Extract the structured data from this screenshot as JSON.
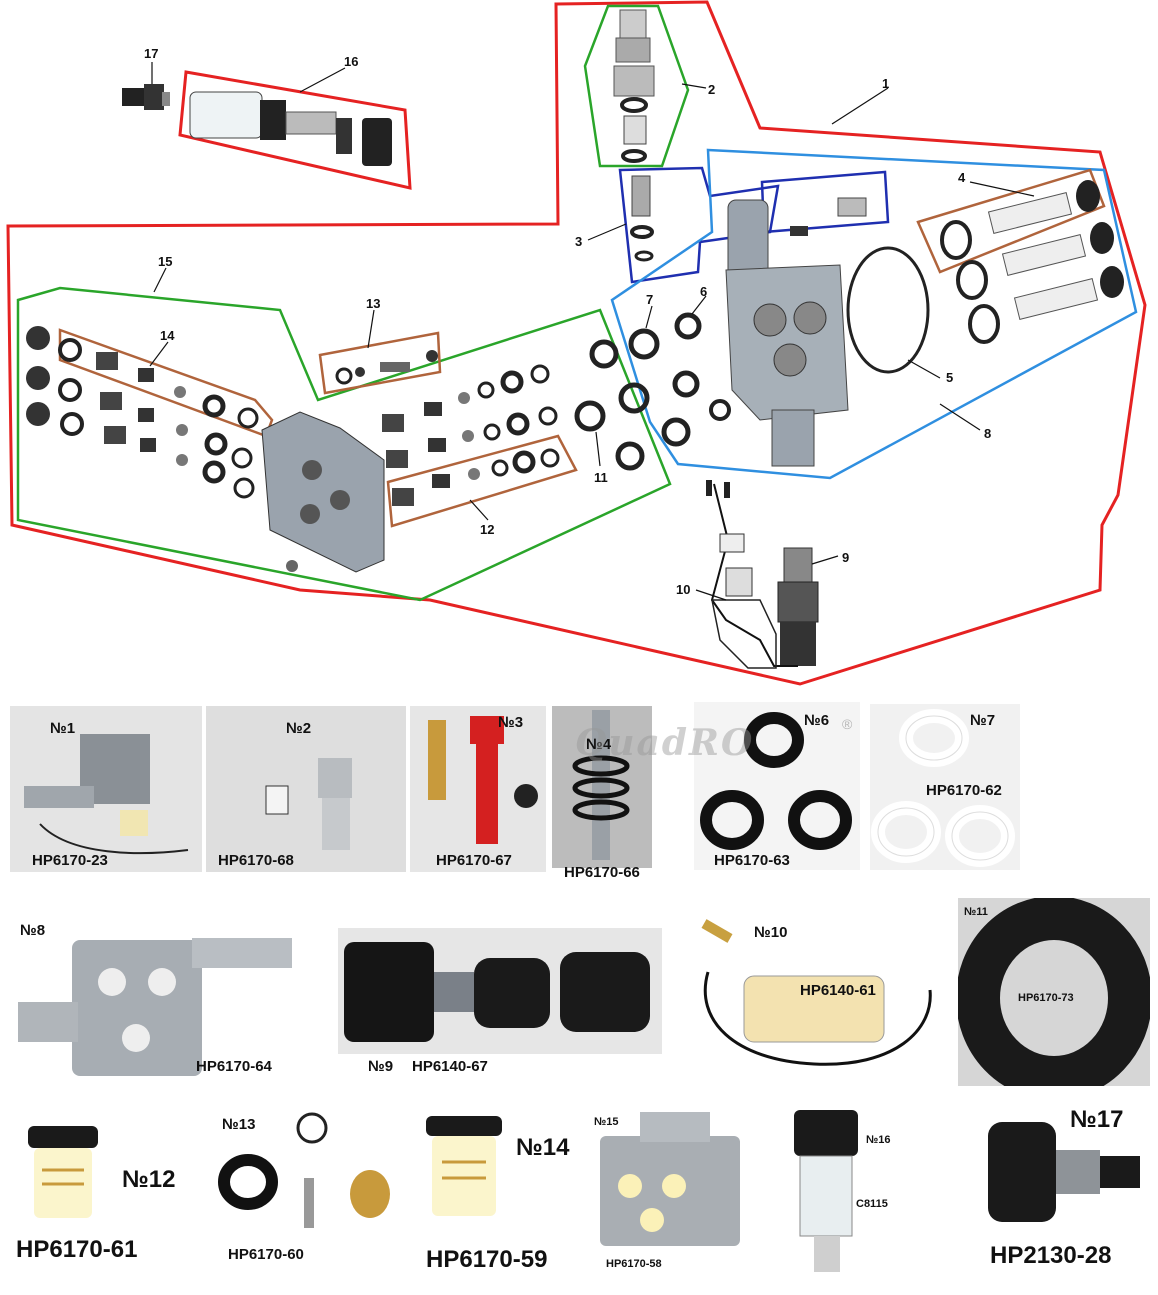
{
  "diagram": {
    "callouts": [
      "1",
      "2",
      "3",
      "4",
      "5",
      "6",
      "7",
      "8",
      "9",
      "10",
      "11",
      "12",
      "13",
      "14",
      "15",
      "16",
      "17"
    ]
  },
  "tiles": [
    {
      "num": "№1",
      "code": "HP6170-23"
    },
    {
      "num": "№2",
      "code": "HP6170-68"
    },
    {
      "num": "№3",
      "code": "HP6170-67"
    },
    {
      "num": "№4",
      "code": "HP6170-66"
    },
    {
      "num": "№6",
      "code": "HP6170-63"
    },
    {
      "num": "№7",
      "code": "HP6170-62"
    },
    {
      "num": "№8",
      "code": "HP6170-64"
    },
    {
      "num": "№9",
      "code": "HP6140-67"
    },
    {
      "num": "№10",
      "code": "HP6140-61"
    },
    {
      "num": "№11",
      "code": "HP6170-73"
    },
    {
      "num": "№12",
      "code": "HP6170-61"
    },
    {
      "num": "№13",
      "code": "HP6170-60"
    },
    {
      "num": "№14",
      "code": "HP6170-59"
    },
    {
      "num": "№15",
      "code": "HP6170-58"
    },
    {
      "num": "№16",
      "code": "C8115"
    },
    {
      "num": "№17",
      "code": "HP2130-28"
    }
  ],
  "watermark": "QuadRO",
  "registered_mark": "®",
  "colors": {
    "outline_red": "#e52222",
    "outline_green": "#2aa52a",
    "outline_blue": "#2f8fe0",
    "outline_navy": "#1f2fb0",
    "outline_brown": "#b0643c",
    "ink": "#111111",
    "metal": "#9aa3ad",
    "rubber": "#1b1b1b",
    "white_part": "#f6f6f6",
    "brass": "#c89a3c"
  }
}
